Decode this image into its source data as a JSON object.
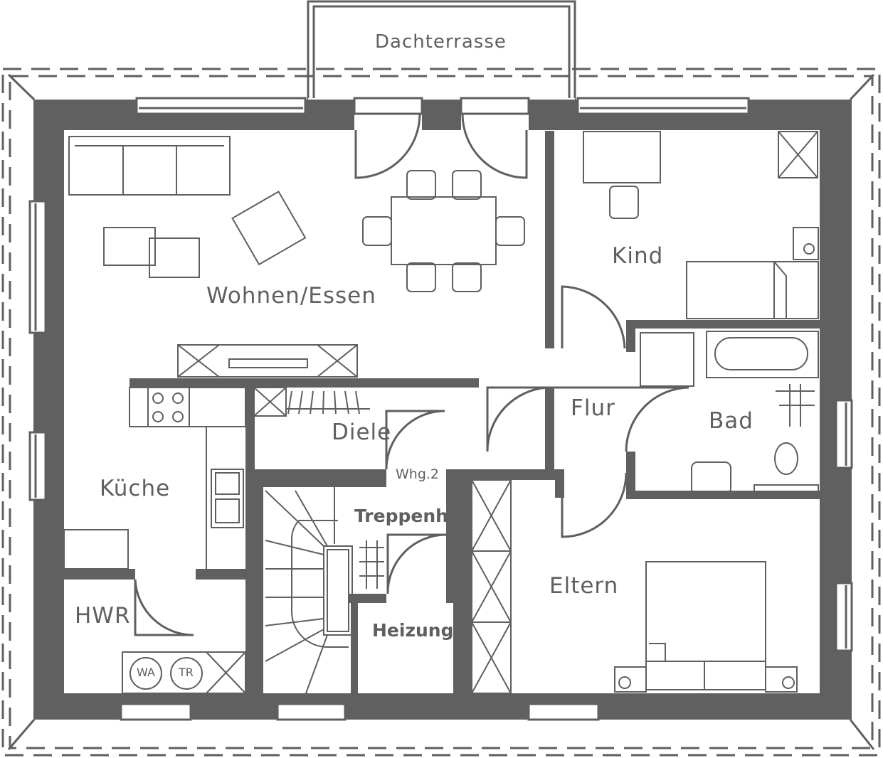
{
  "title": "Grundriss Dachgeschoss",
  "colors": {
    "wall": "#606060",
    "line": "#5f5f5f",
    "background": "#ffffff"
  },
  "rooms": {
    "dachterrasse": "Dachterrasse",
    "wohnen_essen": "Wohnen/Essen",
    "kind": "Kind",
    "flur": "Flur",
    "bad": "Bad",
    "diele": "Diele",
    "kueche": "Küche",
    "whg": "Whg.2",
    "treppenhaus": "Treppenh.",
    "heizung": "Heizung",
    "eltern": "Eltern",
    "hwr": "HWR"
  },
  "appliances": {
    "washer": "WA",
    "dryer": "TR"
  }
}
